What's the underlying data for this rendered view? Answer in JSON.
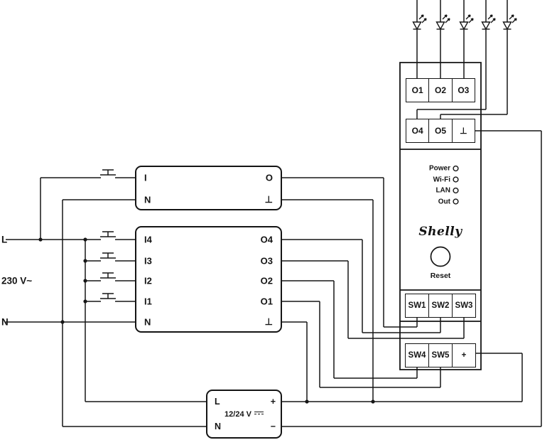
{
  "left": {
    "l": "L",
    "voltage": "230 V~",
    "n": "N"
  },
  "relay1": {
    "i": "I",
    "o": "O",
    "n": "N",
    "gnd": "⊥"
  },
  "relay4": {
    "rows": [
      {
        "in": "I4",
        "out": "O4"
      },
      {
        "in": "I3",
        "out": "O3"
      },
      {
        "in": "I2",
        "out": "O2"
      },
      {
        "in": "I1",
        "out": "O1"
      },
      {
        "in": "N",
        "out": "⊥"
      }
    ]
  },
  "psu": {
    "l": "L",
    "n": "N",
    "plus": "+",
    "minus": "−",
    "rating": "12/24 V"
  },
  "device": {
    "out_block1": [
      "O1",
      "O2",
      "O3"
    ],
    "out_block2": [
      "O4",
      "O5",
      "⊥"
    ],
    "status": [
      "Power",
      "Wi-Fi",
      "LAN",
      "Out"
    ],
    "brand": "Shelly",
    "reset_label": "Reset",
    "sw_block1": [
      "SW1",
      "SW2",
      "SW3"
    ],
    "sw_block2": [
      "SW4",
      "SW5",
      "+"
    ]
  }
}
